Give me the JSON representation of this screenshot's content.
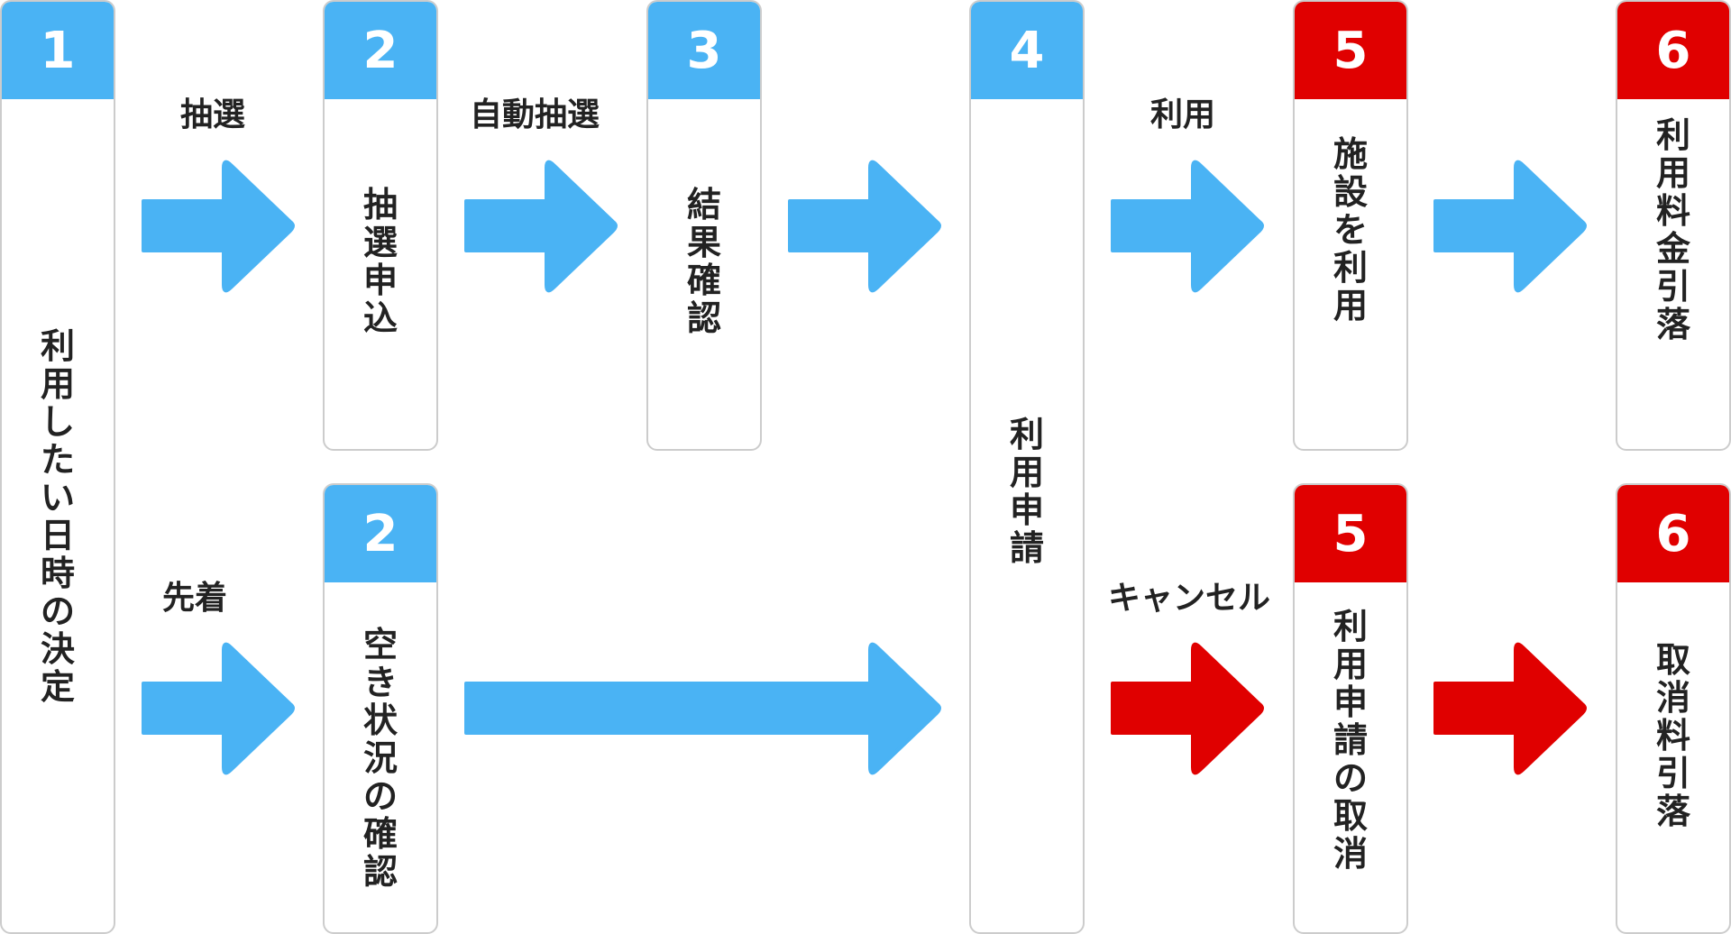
{
  "colors": {
    "blue": "#4ab3f4",
    "red": "#e00000",
    "border": "#cccccc",
    "text": "#222222"
  },
  "cards": [
    {
      "id": "c1",
      "number": "1",
      "color": "blue",
      "text": "利用したい日時の決定"
    },
    {
      "id": "c2a",
      "number": "2",
      "color": "blue",
      "text": "抽選申込"
    },
    {
      "id": "c3",
      "number": "3",
      "color": "blue",
      "text": "結果確認"
    },
    {
      "id": "c2b",
      "number": "2",
      "color": "blue",
      "text": "空き状況の確認"
    },
    {
      "id": "c4",
      "number": "4",
      "color": "blue",
      "text": "利用申請"
    },
    {
      "id": "c5a",
      "number": "5",
      "color": "red",
      "text": "施設を利用"
    },
    {
      "id": "c6a",
      "number": "6",
      "color": "red",
      "text": "利用料金引落"
    },
    {
      "id": "c5b",
      "number": "5",
      "color": "red",
      "text": "利用申請の取消"
    },
    {
      "id": "c6b",
      "number": "6",
      "color": "red",
      "text": "取消料引落"
    }
  ],
  "labels": {
    "lottery": "抽選",
    "auto_lottery": "自動抽選",
    "first_come": "先着",
    "use": "利用",
    "cancel": "キャンセル"
  },
  "arrows": [
    {
      "id": "a1",
      "color": "blue"
    },
    {
      "id": "a2",
      "color": "blue"
    },
    {
      "id": "a3",
      "color": "blue"
    },
    {
      "id": "a4",
      "color": "blue"
    },
    {
      "id": "a5",
      "color": "blue"
    },
    {
      "id": "a6",
      "color": "blue"
    },
    {
      "id": "a7",
      "color": "blue"
    },
    {
      "id": "a8",
      "color": "red"
    },
    {
      "id": "a9",
      "color": "red"
    }
  ]
}
